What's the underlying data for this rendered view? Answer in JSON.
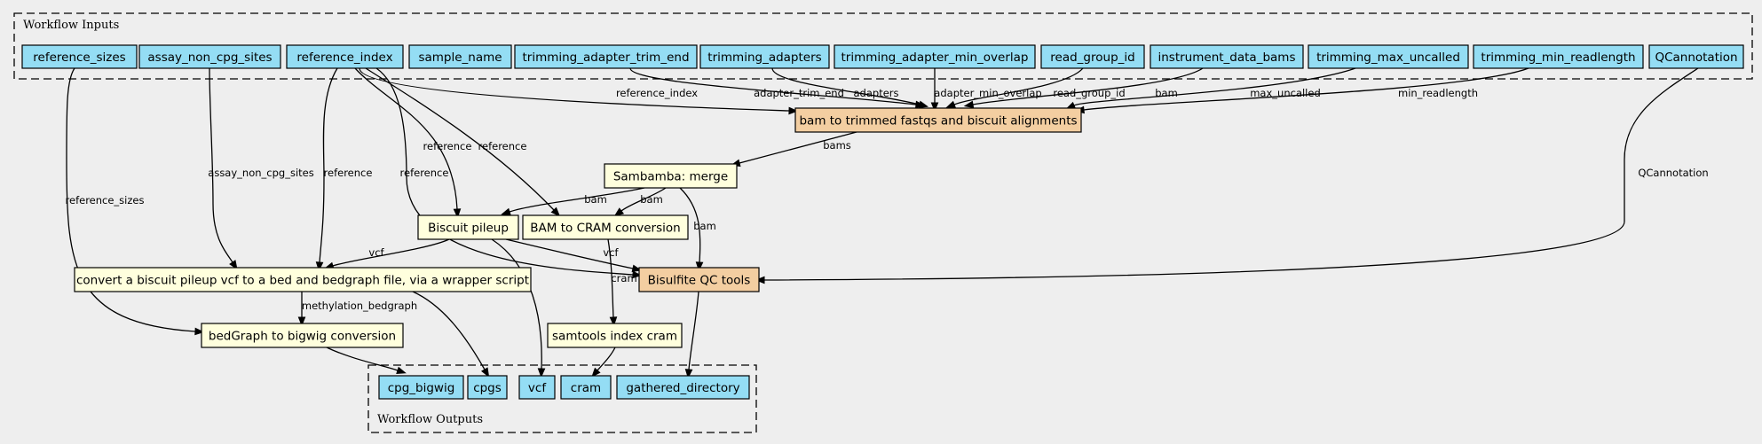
{
  "inputs_cluster_label": "Workflow Inputs",
  "outputs_cluster_label": "Workflow Outputs",
  "inputs": [
    {
      "id": "reference_sizes",
      "label": "reference_sizes"
    },
    {
      "id": "assay_non_cpg_sites",
      "label": "assay_non_cpg_sites"
    },
    {
      "id": "reference_index",
      "label": "reference_index"
    },
    {
      "id": "sample_name",
      "label": "sample_name"
    },
    {
      "id": "trimming_adapter_trim_end",
      "label": "trimming_adapter_trim_end"
    },
    {
      "id": "trimming_adapters",
      "label": "trimming_adapters"
    },
    {
      "id": "trimming_adapter_min_overlap",
      "label": "trimming_adapter_min_overlap"
    },
    {
      "id": "read_group_id",
      "label": "read_group_id"
    },
    {
      "id": "instrument_data_bams",
      "label": "instrument_data_bams"
    },
    {
      "id": "trimming_max_uncalled",
      "label": "trimming_max_uncalled"
    },
    {
      "id": "trimming_min_readlength",
      "label": "trimming_min_readlength"
    },
    {
      "id": "QCannotation",
      "label": "QCannotation"
    }
  ],
  "steps": [
    {
      "id": "bam_to_trimmed",
      "label": "bam to trimmed fastqs and biscuit alignments",
      "kind": "subworkflow"
    },
    {
      "id": "sambamba_merge",
      "label": "Sambamba: merge",
      "kind": "tool"
    },
    {
      "id": "biscuit_pileup",
      "label": "Biscuit pileup",
      "kind": "tool"
    },
    {
      "id": "bam_to_cram",
      "label": "BAM to CRAM conversion",
      "kind": "tool"
    },
    {
      "id": "bisulfite_qc",
      "label": "Bisulfite QC tools",
      "kind": "subworkflow"
    },
    {
      "id": "vcf2bed",
      "label": "convert a biscuit pileup vcf to a bed and bedgraph file, via a wrapper script",
      "kind": "tool"
    },
    {
      "id": "bedgraph_to_bigwig",
      "label": "bedGraph to bigwig conversion",
      "kind": "tool"
    },
    {
      "id": "samtools_index",
      "label": "samtools index cram",
      "kind": "tool"
    }
  ],
  "outputs": [
    {
      "id": "cpg_bigwig",
      "label": "cpg_bigwig"
    },
    {
      "id": "cpgs",
      "label": "cpgs"
    },
    {
      "id": "vcf",
      "label": "vcf"
    },
    {
      "id": "cram",
      "label": "cram"
    },
    {
      "id": "gathered_directory",
      "label": "gathered_directory"
    }
  ],
  "edges": [
    {
      "from": "reference_index",
      "to": "bam_to_trimmed",
      "label": "reference_index"
    },
    {
      "from": "trimming_adapter_trim_end",
      "to": "bam_to_trimmed",
      "label": "adapter_trim_end"
    },
    {
      "from": "trimming_adapters",
      "to": "bam_to_trimmed",
      "label": "adapters"
    },
    {
      "from": "trimming_adapter_min_overlap",
      "to": "bam_to_trimmed",
      "label": "adapter_min_overlap"
    },
    {
      "from": "read_group_id",
      "to": "bam_to_trimmed",
      "label": "read_group_id"
    },
    {
      "from": "instrument_data_bams",
      "to": "bam_to_trimmed",
      "label": "bam"
    },
    {
      "from": "trimming_max_uncalled",
      "to": "bam_to_trimmed",
      "label": "max_uncalled"
    },
    {
      "from": "trimming_min_readlength",
      "to": "bam_to_trimmed",
      "label": "min_readlength"
    },
    {
      "from": "bam_to_trimmed",
      "to": "sambamba_merge",
      "label": "bams"
    },
    {
      "from": "sambamba_merge",
      "to": "biscuit_pileup",
      "label": "bam"
    },
    {
      "from": "sambamba_merge",
      "to": "bam_to_cram",
      "label": "bam"
    },
    {
      "from": "sambamba_merge",
      "to": "bisulfite_qc",
      "label": "bam"
    },
    {
      "from": "reference_index",
      "to": "biscuit_pileup",
      "label": "reference"
    },
    {
      "from": "reference_index",
      "to": "bam_to_cram",
      "label": "reference"
    },
    {
      "from": "reference_index",
      "to": "vcf2bed",
      "label": "reference"
    },
    {
      "from": "reference_index",
      "to": "bisulfite_qc",
      "label": "reference"
    },
    {
      "from": "assay_non_cpg_sites",
      "to": "vcf2bed",
      "label": "assay_non_cpg_sites"
    },
    {
      "from": "reference_sizes",
      "to": "bedgraph_to_bigwig",
      "label": "reference_sizes"
    },
    {
      "from": "QCannotation",
      "to": "bisulfite_qc",
      "label": "QCannotation"
    },
    {
      "from": "biscuit_pileup",
      "to": "vcf2bed",
      "label": "vcf"
    },
    {
      "from": "biscuit_pileup",
      "to": "bisulfite_qc",
      "label": "vcf"
    },
    {
      "from": "biscuit_pileup",
      "to": "vcf",
      "label": ""
    },
    {
      "from": "bam_to_cram",
      "to": "samtools_index",
      "label": "cram"
    },
    {
      "from": "vcf2bed",
      "to": "bedgraph_to_bigwig",
      "label": "methylation_bedgraph"
    },
    {
      "from": "vcf2bed",
      "to": "cpgs",
      "label": ""
    },
    {
      "from": "bedgraph_to_bigwig",
      "to": "cpg_bigwig",
      "label": ""
    },
    {
      "from": "samtools_index",
      "to": "cram",
      "label": ""
    },
    {
      "from": "bisulfite_qc",
      "to": "gathered_directory",
      "label": ""
    }
  ]
}
